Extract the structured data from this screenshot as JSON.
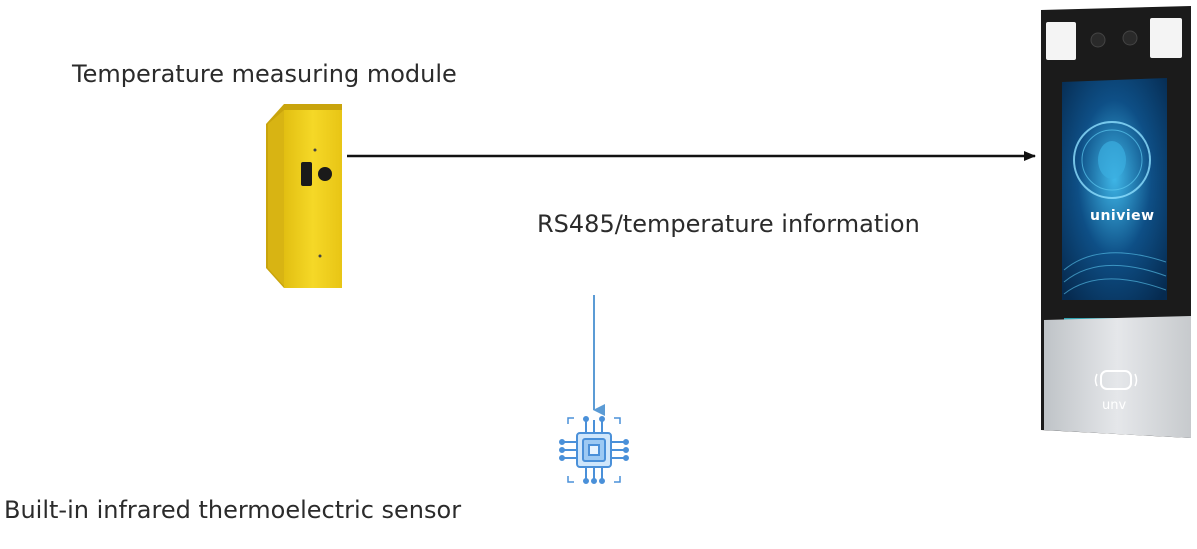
{
  "labels": {
    "module": "Temperature measuring module",
    "link": "RS485/temperature information",
    "sensor": "Built-in infrared thermoelectric sensor"
  },
  "terminal": {
    "screen_brand": "uniview",
    "panel_brand": "unv"
  },
  "colors": {
    "module_yellow": "#f2d11f",
    "arrow_black": "#111111",
    "arrow_blue": "#5b9bd5",
    "chip_blue": "#4a90d9",
    "terminal_frame": "#1b1b1b"
  },
  "icons": {
    "module": "temperature-module-device",
    "sensor": "infrared-sensor-chip-icon",
    "terminal": "face-recognition-terminal"
  }
}
